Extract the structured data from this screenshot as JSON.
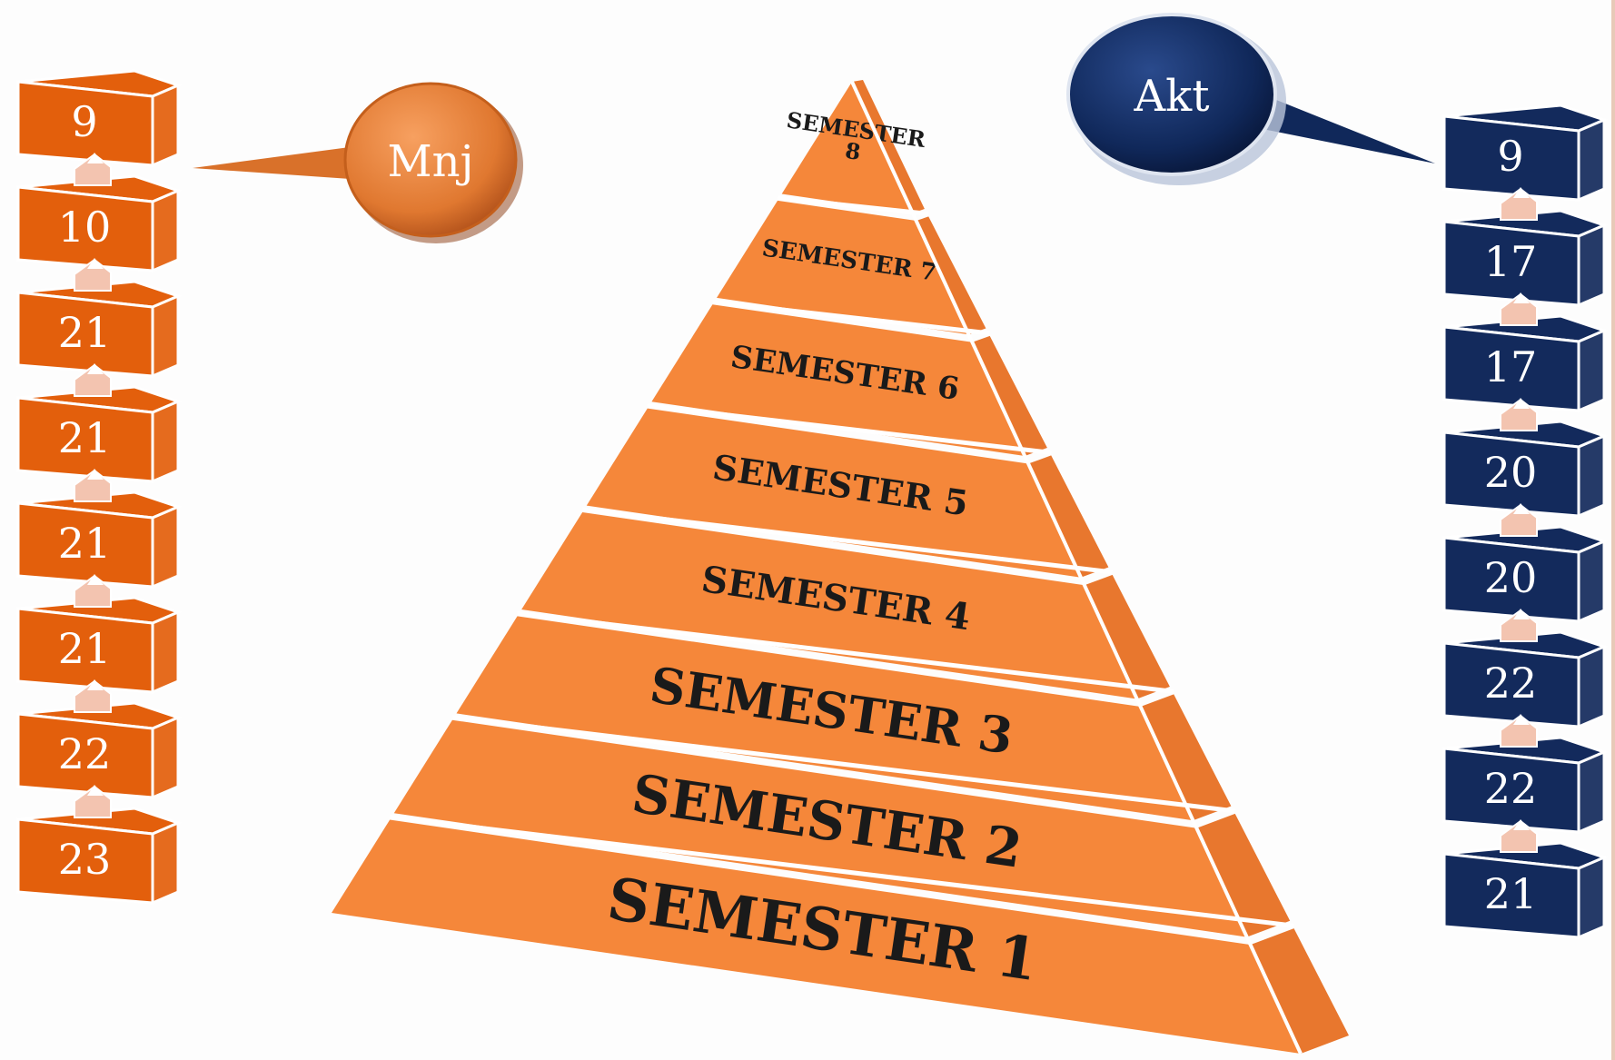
{
  "pyramid": {
    "levels": [
      "SEMESTER 1",
      "SEMESTER 2",
      "SEMESTER 3",
      "SEMESTER 4",
      "SEMESTER 5",
      "SEMESTER 6",
      "SEMESTER 7",
      "SEMESTER 8"
    ],
    "color": "#f5873a",
    "side_color": "#e8772e"
  },
  "left_column": {
    "label": "Mnj",
    "color": "#e35f0c",
    "values": [
      "9",
      "10",
      "21",
      "21",
      "21",
      "21",
      "22",
      "23"
    ]
  },
  "right_column": {
    "label": "Akt",
    "color": "#132a5c",
    "values": [
      "9",
      "17",
      "17",
      "20",
      "20",
      "22",
      "22",
      "21"
    ]
  },
  "colors": {
    "orange_bubble": "#e07830",
    "navy_bubble": "#10285a",
    "connector": "#f3c4b0"
  }
}
